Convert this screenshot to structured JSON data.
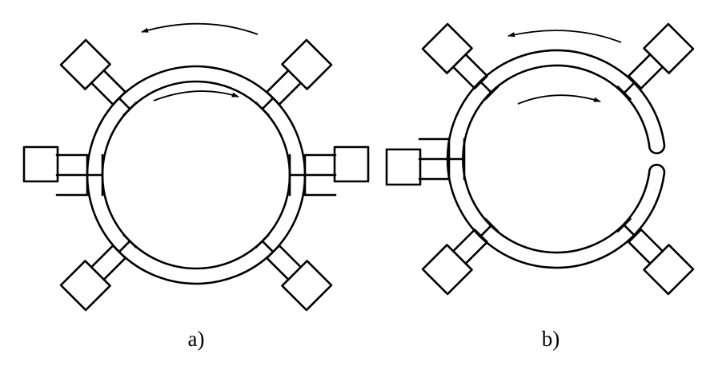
{
  "panels": [
    {
      "id": "a",
      "caption": "a)",
      "ring": "closed",
      "stations": 6
    },
    {
      "id": "b",
      "caption": "b)",
      "ring": "open",
      "stations": 5
    }
  ],
  "colors": {
    "line": "#000000",
    "background": "#ffffff"
  }
}
